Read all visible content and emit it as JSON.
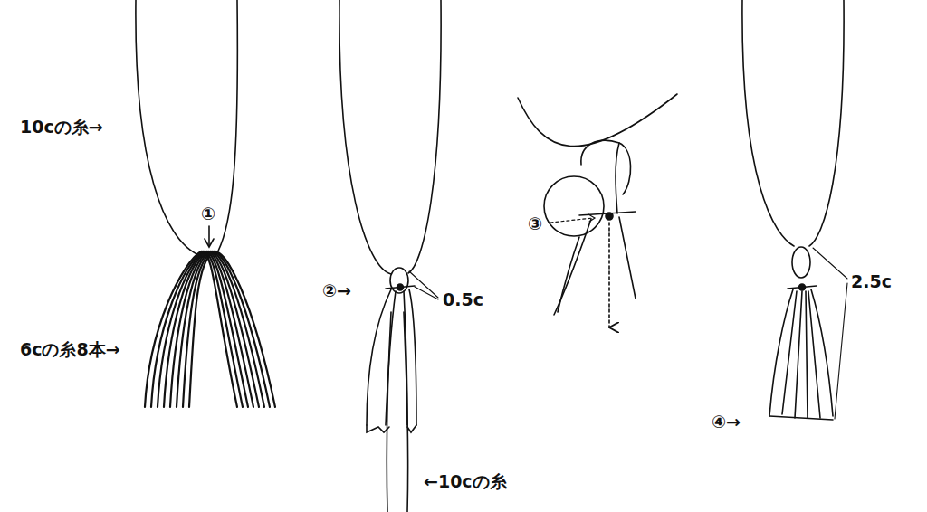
{
  "diagram": {
    "labels": [
      "10cの糸→",
      "①",
      "6cの糸8本→",
      "②→",
      "0.5c",
      "←10cの糸",
      "③",
      "2.5c",
      "④→"
    ]
  }
}
